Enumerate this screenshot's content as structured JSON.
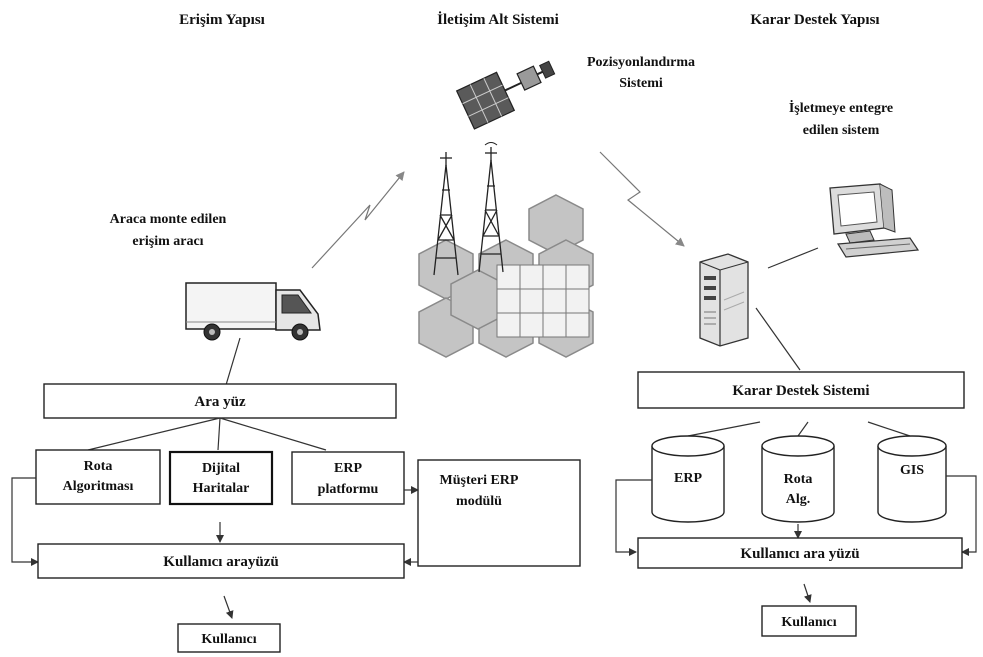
{
  "headers": {
    "left": "Erişim Yapısı",
    "center": "İletişim Alt Sistemi",
    "right": "Karar Destek Yapısı"
  },
  "annotations": {
    "positioning_line1": "Pozisyonlandırma",
    "positioning_line2": "Sistemi",
    "integrated_line1": "İşletmeye entegre",
    "integrated_line2": "edilen sistem",
    "vehicle_line1": "Araca monte edilen",
    "vehicle_line2": "erişim aracı"
  },
  "left": {
    "interface": "Ara yüz",
    "rota_line1": "Rota",
    "rota_line2": "Algoritması",
    "dijital_line1": "Dijital",
    "dijital_line2": "Haritalar",
    "erp_line1": "ERP",
    "erp_line2": "platformu",
    "musteri_line1": "Müşteri ERP",
    "musteri_line2": "modülü",
    "user_interface": "Kullanıcı arayüzü",
    "user": "Kullanıcı"
  },
  "right": {
    "dss": "Karar Destek Sistemi",
    "db_erp": "ERP",
    "db_rota_line1": "Rota",
    "db_rota_line2": "Alg.",
    "db_gis": "GIS",
    "user_interface": "Kullanıcı ara yüzü",
    "user": "Kullanıcı"
  },
  "icons": {
    "satellite": "satellite-icon",
    "towers": "communication-towers-icon",
    "hexagon_network": "hexagon-network-icon",
    "truck": "delivery-truck-icon",
    "server": "server-icon",
    "computer": "desktop-computer-icon"
  }
}
